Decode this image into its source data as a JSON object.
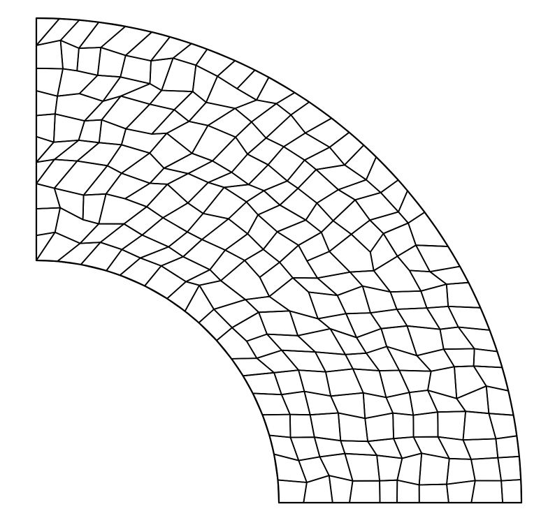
{
  "figure": {
    "type": "polygonal-voronoi-mesh",
    "shape": "quarter-annulus",
    "inner_to_outer_radius_ratio": 0.5,
    "angular_span_degrees": 90,
    "radial_layers": 10,
    "outer_boundary_cells": 34,
    "inner_boundary_cells": 17,
    "straight_edge_cells": 10,
    "colors": {
      "background": "#ffffff",
      "edge": "#000000"
    }
  }
}
